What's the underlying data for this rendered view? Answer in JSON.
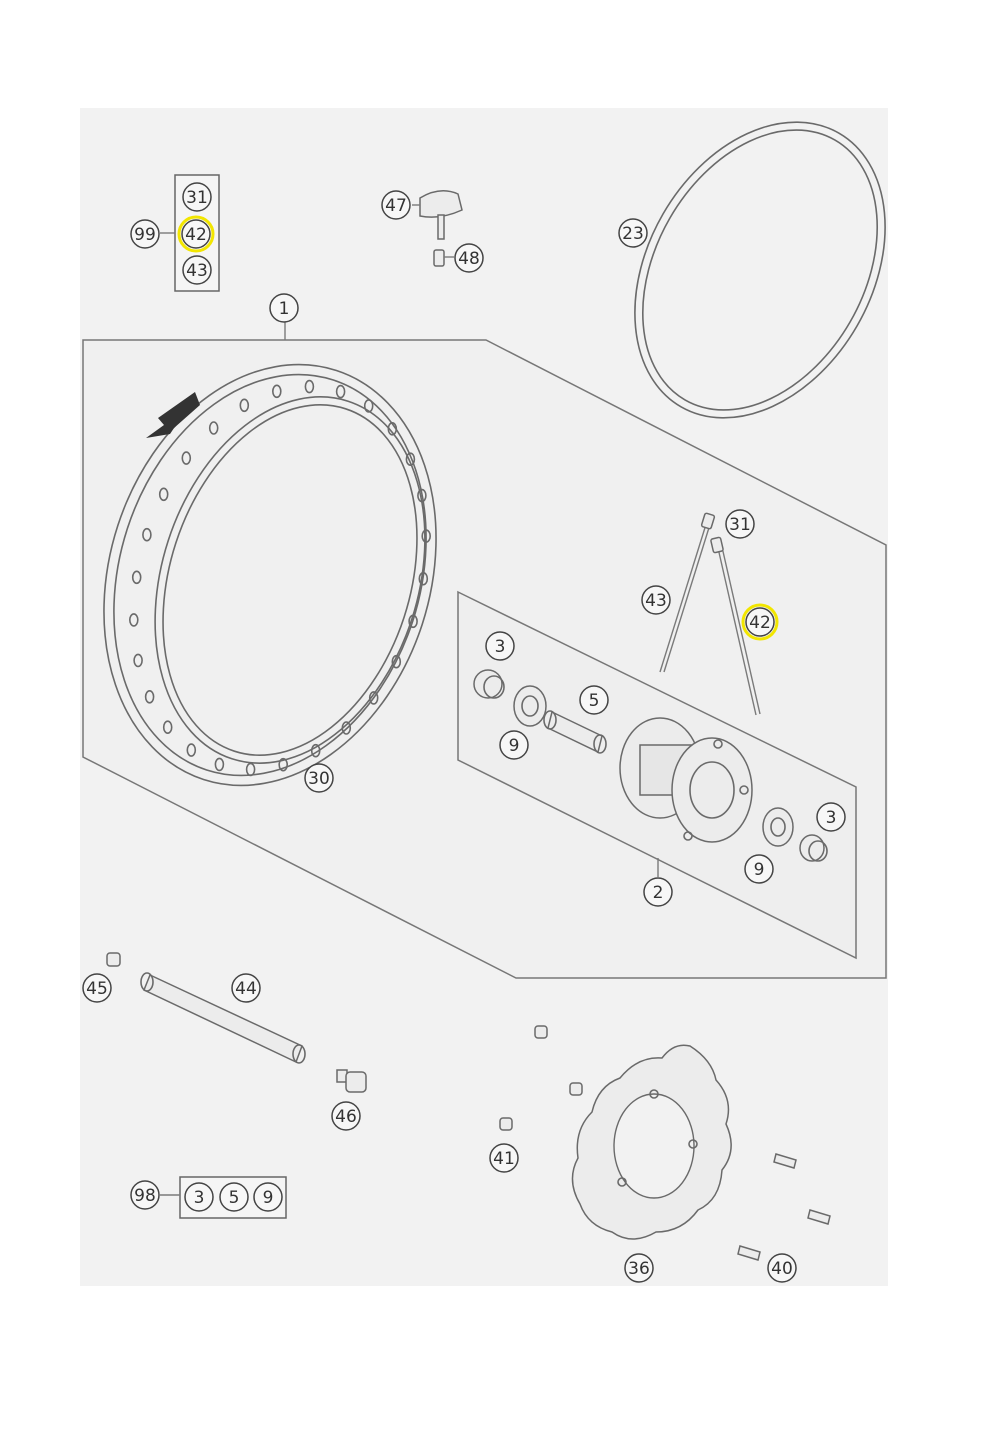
{
  "diagram": {
    "colors": {
      "background": "#ffffff",
      "panel": "#f2f2f2",
      "line": "#6a6a6a",
      "highlight": "#f2e600"
    },
    "callouts": {
      "c31_kit": "31",
      "c42_kit": "42",
      "c43_kit": "43",
      "c99": "99",
      "c47": "47",
      "c48": "48",
      "c23": "23",
      "c1": "1",
      "c30": "30",
      "c31_spoke": "31",
      "c43_spoke": "43",
      "c42_spoke": "42",
      "c3_left": "3",
      "c5": "5",
      "c9_left": "9",
      "c3_right": "3",
      "c9_right": "9",
      "c2": "2",
      "c45": "45",
      "c44": "44",
      "c46": "46",
      "c41": "41",
      "c36": "36",
      "c40": "40",
      "c98": "98",
      "c3_kit": "3",
      "c5_kit": "5",
      "c9_kit": "9"
    },
    "highlighted": [
      "c42_kit",
      "c42_spoke"
    ],
    "icons": [
      "rotation-arrow-icon"
    ]
  }
}
